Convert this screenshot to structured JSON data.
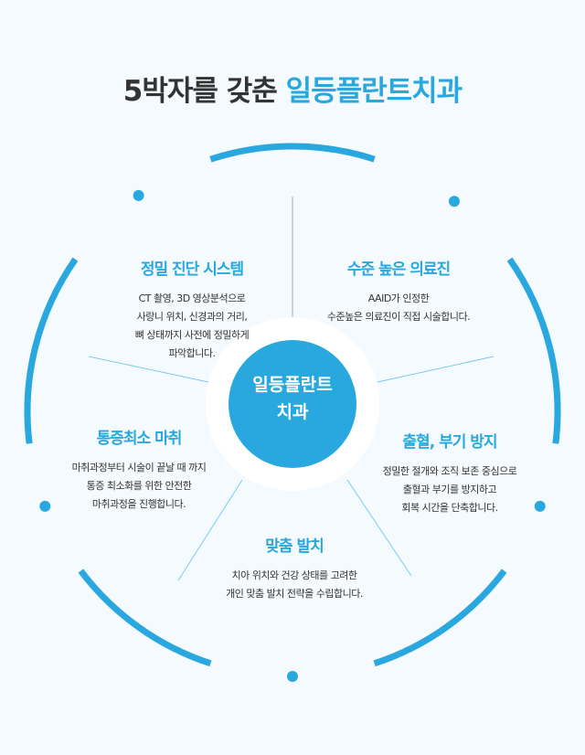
{
  "title": {
    "main": "5박자를 갖춘 ",
    "highlight": "일등플란트치과"
  },
  "center": {
    "line1": "일등플란트",
    "line2": "치과"
  },
  "features": [
    {
      "title": "정밀 진단 시스템",
      "lines": [
        "CT 촬영, 3D 영상분석으로",
        "사랑니 위치, 신경과의 거리,",
        "뼈 상태까지 사전에 정밀하게",
        "파악합니다."
      ]
    },
    {
      "title": "수준 높은 의료진",
      "lines": [
        "AAID가 인정한",
        "수준높은 의료진이 직접 시술합니다."
      ]
    },
    {
      "title": "통증최소 마취",
      "lines": [
        "마취과정부터 시술이 끝날 때 까지",
        "통증 최소화를 위한 안전한",
        "마취과정을 진행합니다."
      ]
    },
    {
      "title": "출혈, 부기 방지",
      "lines": [
        "정밀한 절개와 조직 보존 중심으로",
        "출혈과 부기를 방지하고",
        "회복 시간을 단축합니다."
      ]
    },
    {
      "title": "맞춤 발치",
      "lines": [
        "치아 위치와 건강 상태를 고려한",
        "개인 맞춤 발치 전략을 수립합니다."
      ]
    }
  ],
  "colors": {
    "accent": "#29a8e0",
    "text": "#333333"
  }
}
